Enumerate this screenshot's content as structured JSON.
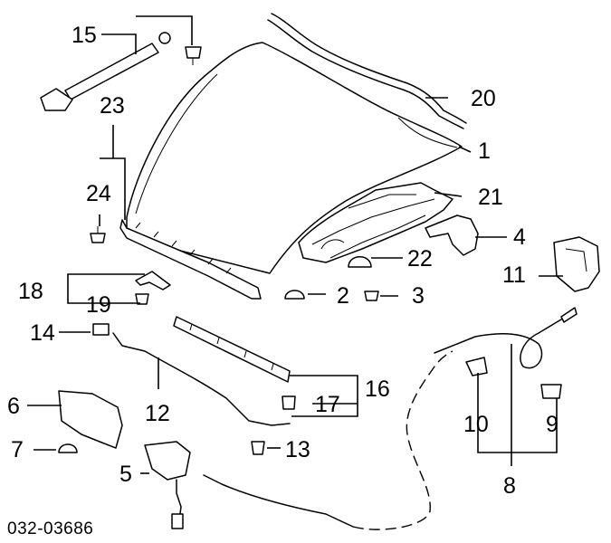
{
  "diagram": {
    "caption": "032-03686",
    "callouts": [
      {
        "id": "c1",
        "label": "1"
      },
      {
        "id": "c2",
        "label": "2"
      },
      {
        "id": "c3",
        "label": "3"
      },
      {
        "id": "c4",
        "label": "4"
      },
      {
        "id": "c5",
        "label": "5"
      },
      {
        "id": "c6",
        "label": "6"
      },
      {
        "id": "c7",
        "label": "7"
      },
      {
        "id": "c8",
        "label": "8"
      },
      {
        "id": "c9",
        "label": "9"
      },
      {
        "id": "c10",
        "label": "10"
      },
      {
        "id": "c11",
        "label": "11"
      },
      {
        "id": "c12",
        "label": "12"
      },
      {
        "id": "c13",
        "label": "13"
      },
      {
        "id": "c14",
        "label": "14"
      },
      {
        "id": "c15",
        "label": "15"
      },
      {
        "id": "c16",
        "label": "16"
      },
      {
        "id": "c17",
        "label": "17"
      },
      {
        "id": "c18",
        "label": "18"
      },
      {
        "id": "c19",
        "label": "19"
      },
      {
        "id": "c20",
        "label": "20"
      },
      {
        "id": "c21",
        "label": "21"
      },
      {
        "id": "c22",
        "label": "22"
      },
      {
        "id": "c23",
        "label": "23"
      },
      {
        "id": "c24",
        "label": "24"
      }
    ]
  }
}
